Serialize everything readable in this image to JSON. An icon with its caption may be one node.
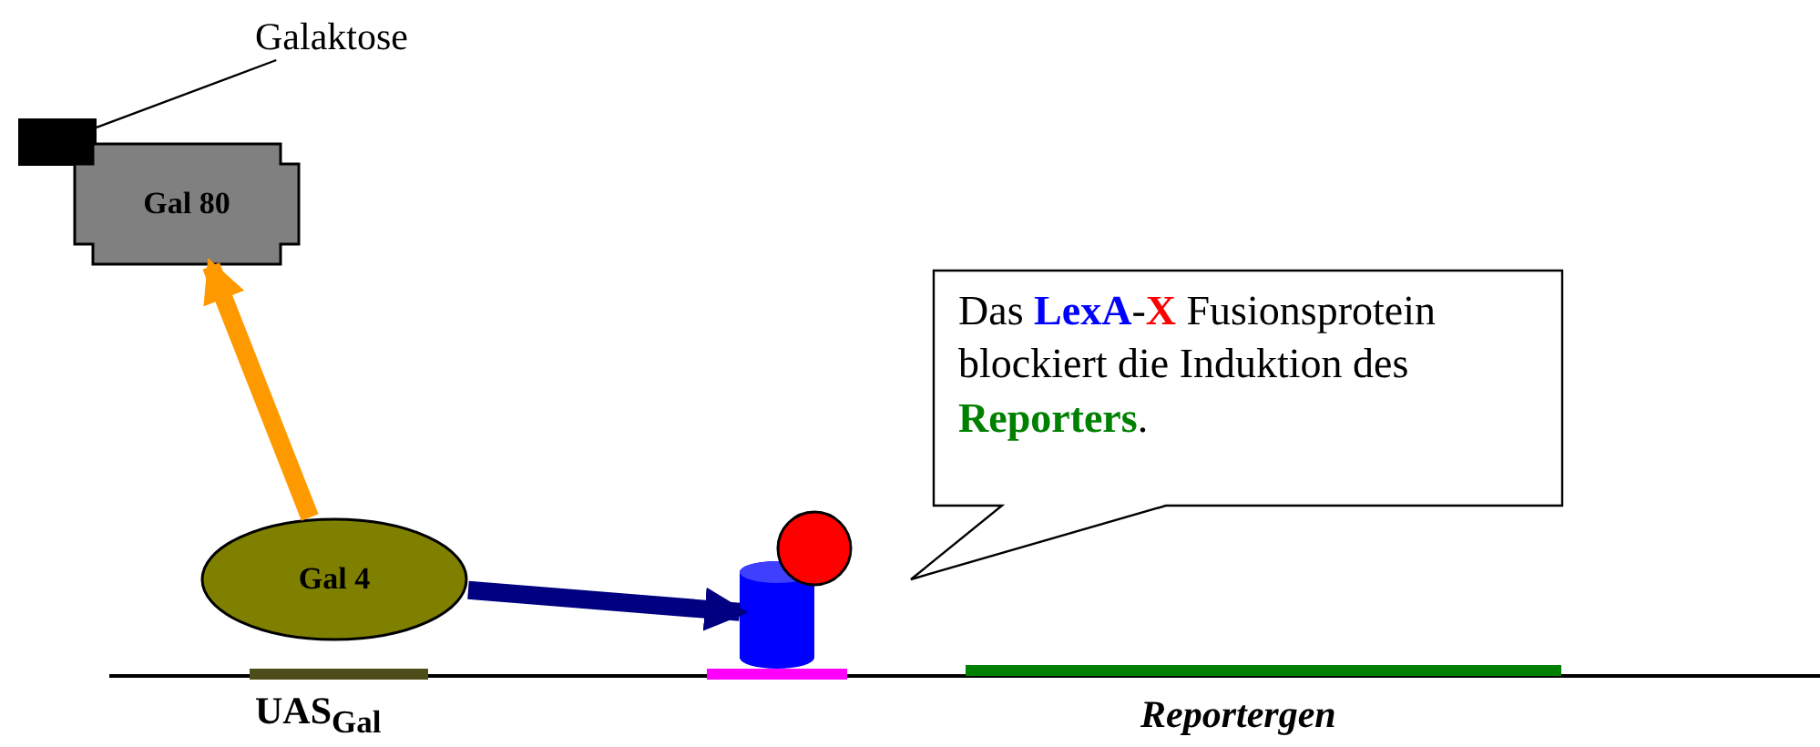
{
  "diagram": {
    "nodes": [
      {
        "text": [
          "Galaktose"
        ]
      },
      {
        "text": [],
        "shape": "box"
      },
      {
        "text": [
          "Gal 80"
        ]
      },
      {
        "text": [
          "Gal 4"
        ]
      },
      {
        "text": [],
        "shape": "cylinder"
      },
      {
        "text": [],
        "shape": "circle"
      },
      {
        "text": [
          "Das **LexA**-**X** Fusionsprotein blockiert die Induktion des **Reporters**."
        ]
      }
    ],
    "edges": [
      {
        "from": 0,
        "to": 1,
        "arrow": "none"
      },
      {
        "from": 3,
        "to": 2,
        "arrow": "to",
        "color": "#ff9900"
      },
      {
        "from": 3,
        "to": 4,
        "arrow": "to",
        "color": "#000080"
      }
    ],
    "labels": [
      "UAS$_{Gal}$",
      "Reportergen"
    ]
  }
}
